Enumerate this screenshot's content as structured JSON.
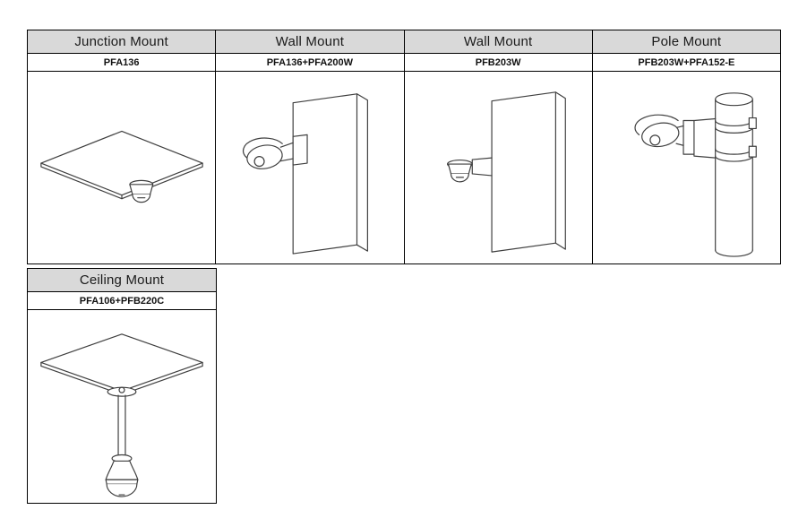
{
  "page": {
    "background": "#ffffff"
  },
  "colors": {
    "header_bg": "#d9d9d9",
    "cell_border": "#000000",
    "drawing_line": "#3f3f3f"
  },
  "tables": {
    "top": {
      "columns": [
        {
          "title": "Junction Mount",
          "part": "PFA136",
          "illustration": "junction-mount-drawing"
        },
        {
          "title": "Wall Mount",
          "part": "PFA136+PFA200W",
          "illustration": "wall-mount-hooded-camera-drawing"
        },
        {
          "title": "Wall Mount",
          "part": "PFB203W",
          "illustration": "wall-mount-bracket-camera-drawing"
        },
        {
          "title": "Pole Mount",
          "part": "PFB203W+PFA152-E",
          "illustration": "pole-mount-strap-camera-drawing"
        }
      ]
    },
    "bottom": {
      "columns": [
        {
          "title": "Ceiling Mount",
          "part": "PFA106+PFB220C",
          "illustration": "ceiling-pendant-mount-drawing"
        }
      ]
    }
  }
}
